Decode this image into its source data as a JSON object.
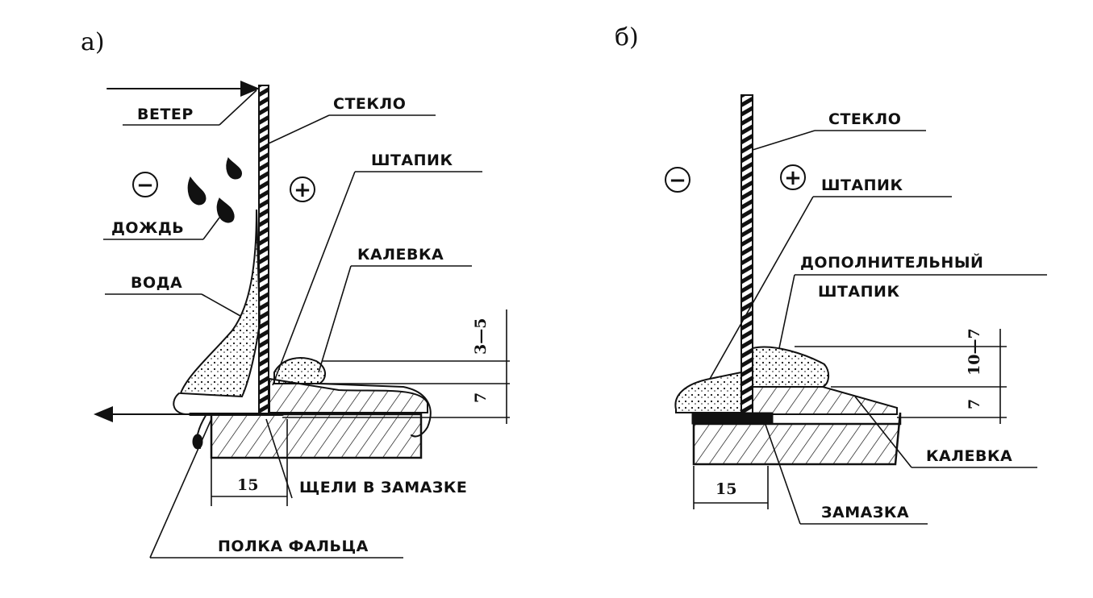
{
  "panel_a": {
    "letter": "а)",
    "labels": {
      "wind": "ВЕТЕР",
      "glass": "СТЕКЛО",
      "bead": "ШТАПИК",
      "rain": "ДОЖДЬ",
      "molding": "КАЛЕВКА",
      "water": "ВОДА",
      "putty_gaps": "ЩЕЛИ В ЗАМАЗКЕ",
      "rebate_shelf": "ПОЛКА ФАЛЬЦА"
    },
    "minus": "−",
    "plus": "+",
    "dims": {
      "width": "15",
      "gap": "3—5",
      "height": "7"
    }
  },
  "panel_b": {
    "letter": "б)",
    "labels": {
      "glass": "СТЕКЛО",
      "bead": "ШТАПИК",
      "extra_bead_1": "ДОПОЛНИТЕЛЬНЫЙ",
      "extra_bead_2": "ШТАПИК",
      "molding": "КАЛЕВКА",
      "putty": "ЗАМАЗКА"
    },
    "minus": "−",
    "plus": "+",
    "dims": {
      "width": "15",
      "gap": "10—7",
      "height": "7"
    }
  }
}
